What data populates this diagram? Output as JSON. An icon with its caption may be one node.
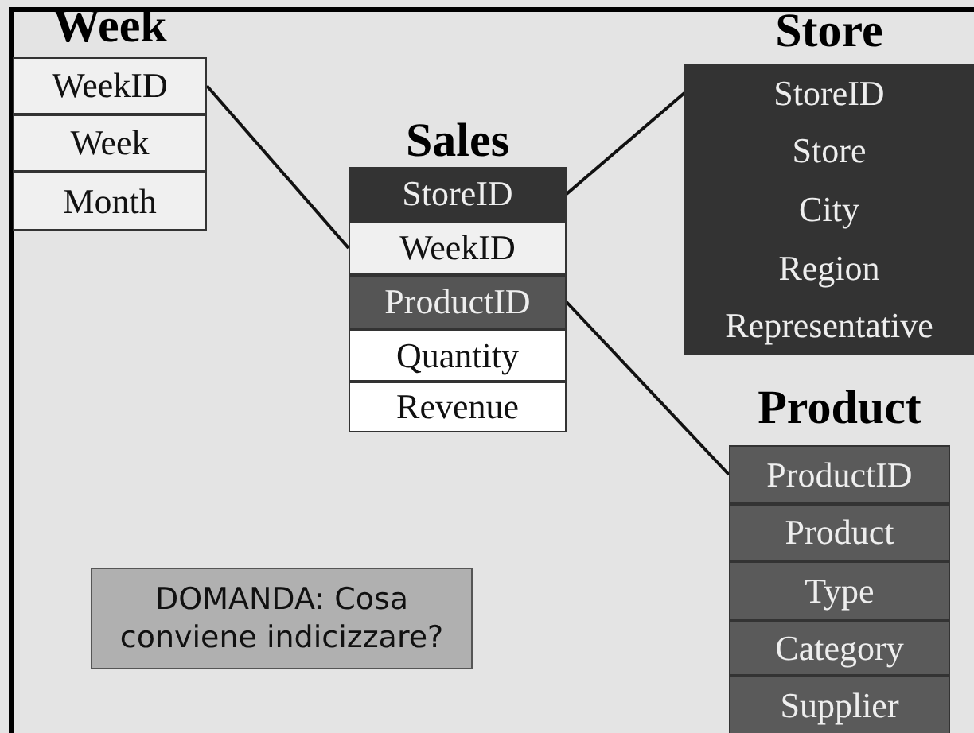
{
  "diagram": {
    "nodes": [
      {
        "text": [
          "Week"
        ]
      },
      {
        "text": [
          "WeekID"
        ],
        "in": 0
      },
      {
        "text": [
          "Week"
        ],
        "in": 0
      },
      {
        "text": [
          "Month"
        ],
        "in": 0
      },
      {
        "text": [
          "Sales"
        ]
      },
      {
        "text": [
          "StoreID"
        ],
        "in": 4
      },
      {
        "text": [
          "WeekID"
        ],
        "in": 4
      },
      {
        "text": [
          "ProductID"
        ],
        "in": 4
      },
      {
        "text": [
          "Quantity"
        ],
        "in": 4
      },
      {
        "text": [
          "Revenue"
        ],
        "in": 4
      },
      {
        "text": [
          "Store"
        ]
      },
      {
        "text": [
          "StoreID"
        ],
        "in": 10
      },
      {
        "text": [
          "Store"
        ],
        "in": 10
      },
      {
        "text": [
          "City"
        ],
        "in": 10
      },
      {
        "text": [
          "Region"
        ],
        "in": 10
      },
      {
        "text": [
          "Representative"
        ],
        "in": 10
      },
      {
        "text": [
          "Product"
        ]
      },
      {
        "text": [
          "ProductID"
        ],
        "in": 16
      },
      {
        "text": [
          "Product"
        ],
        "in": 16
      },
      {
        "text": [
          "Type"
        ],
        "in": 16
      },
      {
        "text": [
          "Category"
        ],
        "in": 16
      },
      {
        "text": [
          "Supplier"
        ],
        "in": 16
      },
      {
        "text": [
          "DOMANDA: Cosa conviene indicizzare?"
        ]
      }
    ],
    "edges": [
      {
        "from": 1,
        "to": 6,
        "arrow": "none"
      },
      {
        "from": 5,
        "to": 11,
        "arrow": "none"
      },
      {
        "from": 7,
        "to": 17,
        "arrow": "none"
      }
    ]
  }
}
